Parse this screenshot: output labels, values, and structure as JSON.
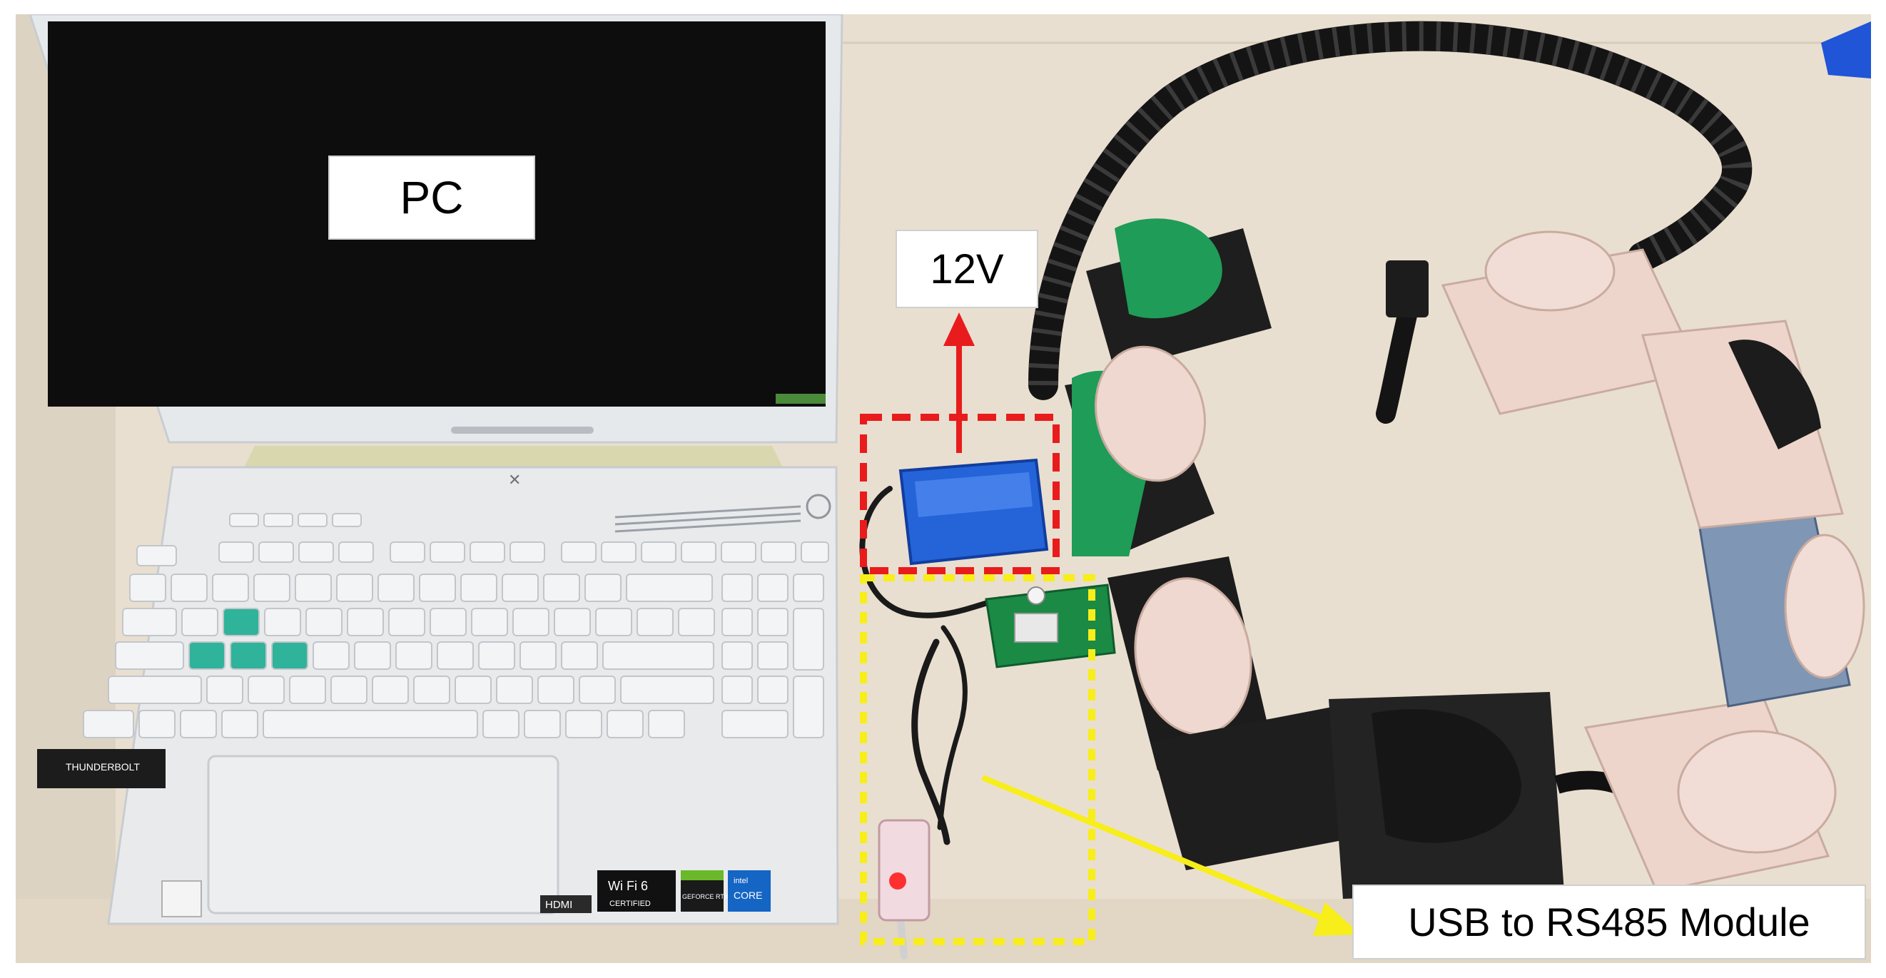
{
  "labels": {
    "pc": "PC",
    "voltage": "12V",
    "usb_module": "USB to RS485 Module"
  },
  "colors": {
    "battery_callout": "#e81c1c",
    "module_callout": "#f7ee1a",
    "table": "#e9dfd0",
    "laptop": "#e8eaec",
    "screen": "#0d0d0d",
    "battery": "#2464d8",
    "robot_pink": "#edd5cc",
    "robot_black": "#1e1e1e",
    "robot_green": "#1f9c57",
    "pcb": "#1a8a45"
  },
  "laptop_keys": {
    "wifi_badge": "Wi Fi 6",
    "wifi_certified": "CERTIFIED",
    "thunderbolt_badge": "THUNDERBOLT",
    "hdmi_badge": "HDMI",
    "geforce_badge": "GEFORCE RTX",
    "intel_badge": "intel",
    "intel_core": "CORE"
  }
}
